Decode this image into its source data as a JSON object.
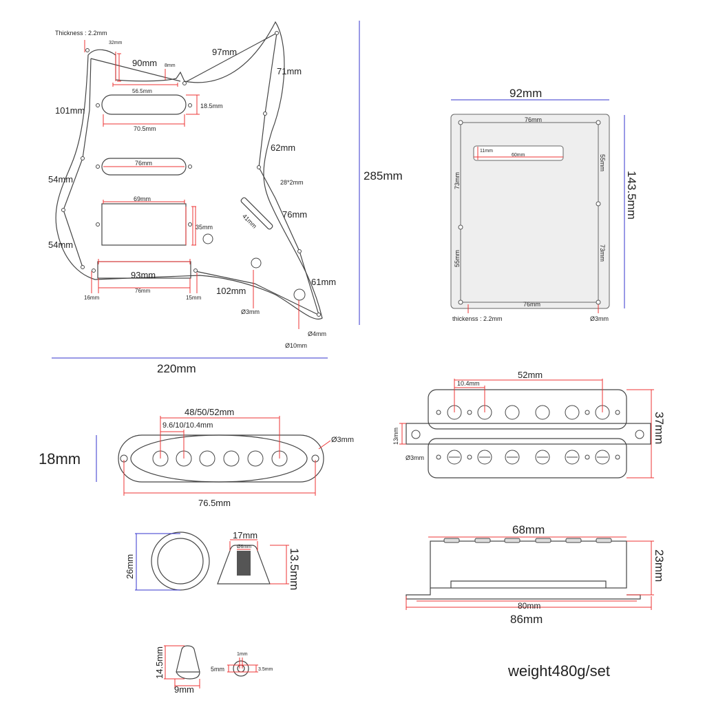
{
  "pickguard": {
    "thickness": "Thickness : 2.2mm",
    "d32": "32mm",
    "d90": "90mm",
    "d8": "8mm",
    "d97": "97mm",
    "d71": "71mm",
    "d56_5": "56.5mm",
    "d101": "101mm",
    "d18_5": "18.5mm",
    "d70_5": "70.5mm",
    "d62": "62mm",
    "d76a": "76mm",
    "d54a": "54mm",
    "d28x2": "28*2mm",
    "d69": "69mm",
    "d35": "35mm",
    "d41": "41mm",
    "d76b": "76mm",
    "d54b": "54mm",
    "d93": "93mm",
    "d61": "61mm",
    "d16": "16mm",
    "d76c": "76mm",
    "d15": "15mm",
    "d102": "102mm",
    "dia3": "Ø3mm",
    "dia4": "Ø4mm",
    "dia10": "Ø10mm",
    "height": "285mm",
    "width": "220mm"
  },
  "backplate": {
    "width": "92mm",
    "height": "143.5mm",
    "top": "76mm",
    "bottom": "76mm",
    "slot_h": "11mm",
    "slot_w": "60mm",
    "left_upper": "73mm",
    "left_lower": "55mm",
    "right_upper": "55mm",
    "right_lower": "73mm",
    "thickness": "thickenss : 2.2mm",
    "hole": "Ø3mm"
  },
  "single_coil": {
    "spacing": "48/50/52mm",
    "pole": "9.6/10/10.4mm",
    "hole": "Ø3mm",
    "height": "18mm",
    "length": "76.5mm"
  },
  "humbucker": {
    "spacing": "52mm",
    "pole": "10.4mm",
    "tab": "13mm",
    "hole": "Ø3mm",
    "height": "37mm",
    "length": "68mm",
    "base_inner": "80mm",
    "base_outer": "86mm",
    "side_height": "23mm"
  },
  "knob": {
    "diameter": "26mm",
    "top": "17mm",
    "shaft": "Ø6mm",
    "height": "13.5mm"
  },
  "switch_tip": {
    "height": "14.5mm",
    "width": "9mm",
    "slot": "1mm",
    "outer": "5mm",
    "inner": "3.5mm"
  },
  "weight": "weight480g/set"
}
